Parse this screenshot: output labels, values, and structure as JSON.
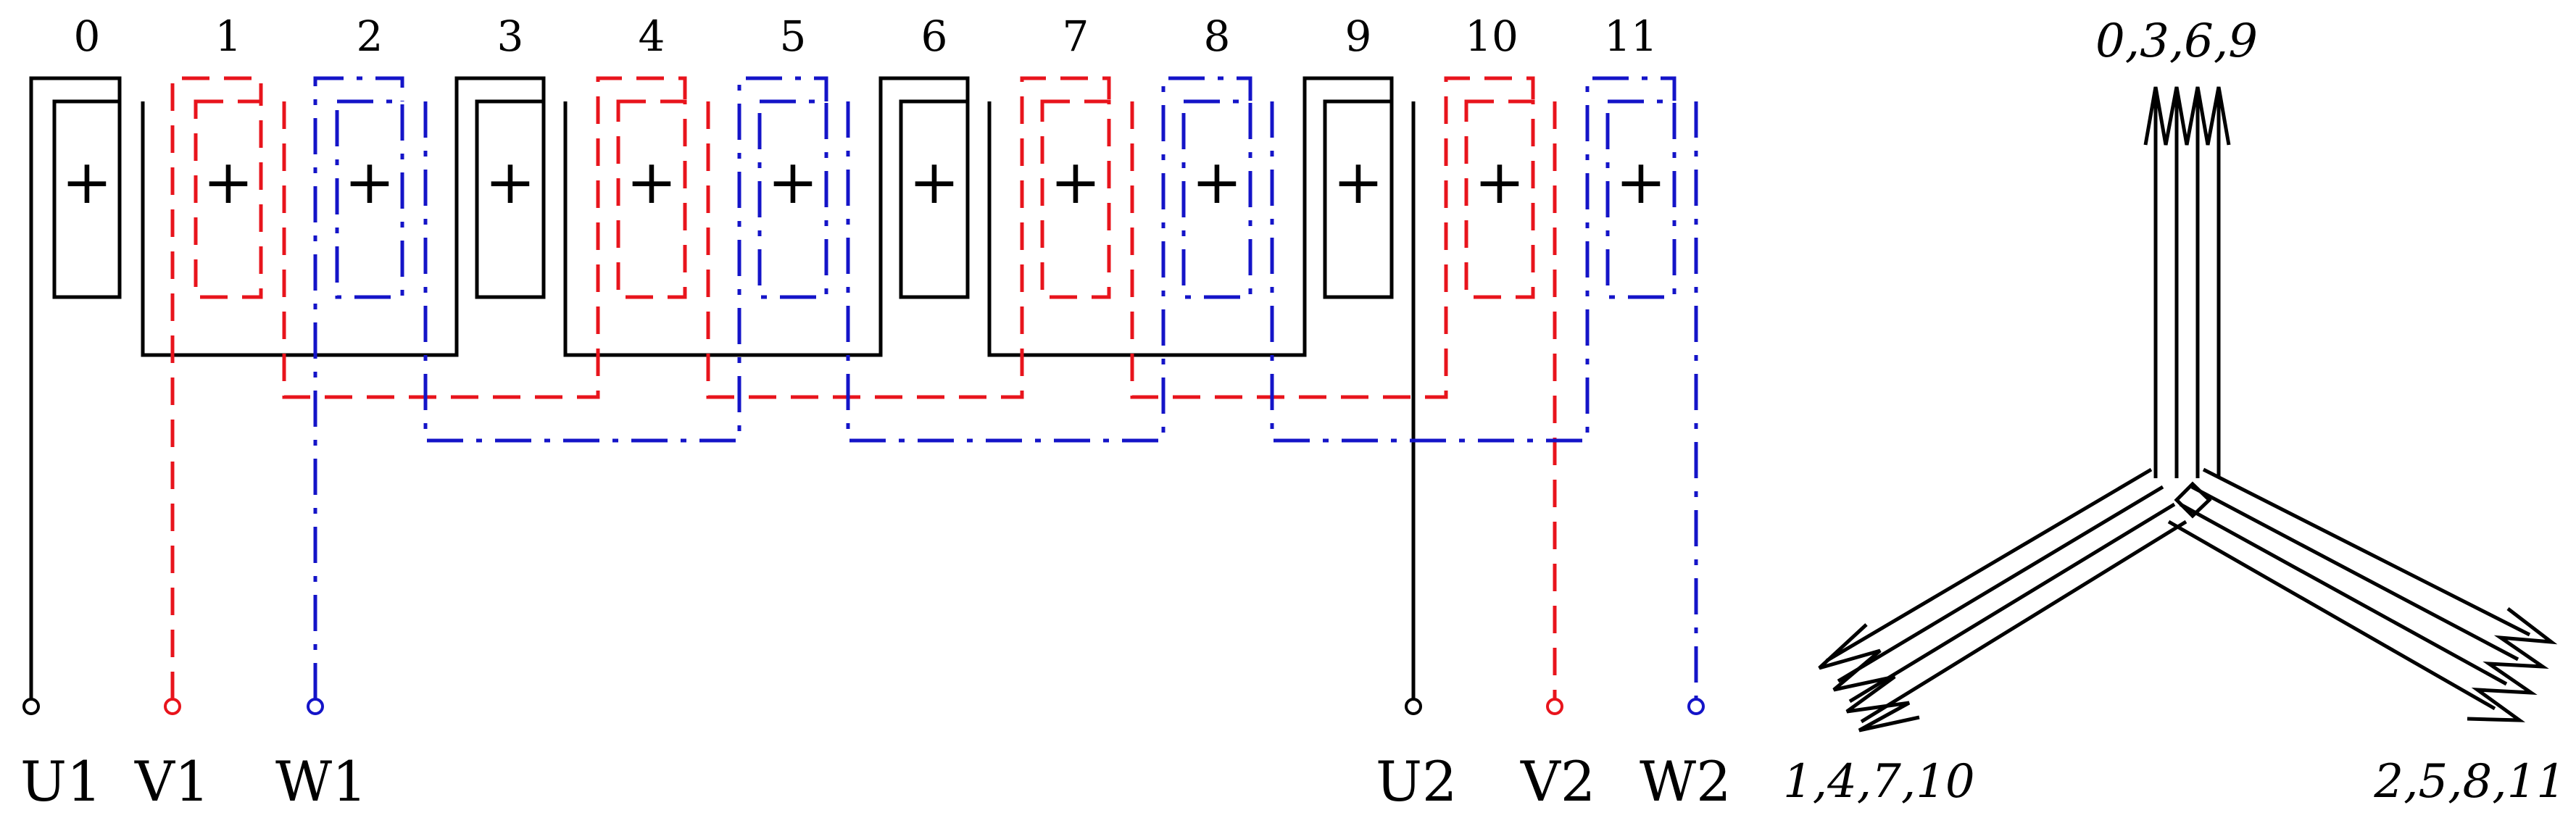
{
  "colors": {
    "U": "#000000",
    "V": "#e8141c",
    "W": "#1414c8"
  },
  "slots": [
    {
      "number": "0",
      "phase": "U",
      "mark": "+"
    },
    {
      "number": "1",
      "phase": "V",
      "mark": "+"
    },
    {
      "number": "2",
      "phase": "W",
      "mark": "+"
    },
    {
      "number": "3",
      "phase": "U",
      "mark": "+"
    },
    {
      "number": "4",
      "phase": "V",
      "mark": "+"
    },
    {
      "number": "5",
      "phase": "W",
      "mark": "+"
    },
    {
      "number": "6",
      "phase": "U",
      "mark": "+"
    },
    {
      "number": "7",
      "phase": "V",
      "mark": "+"
    },
    {
      "number": "8",
      "phase": "W",
      "mark": "+"
    },
    {
      "number": "9",
      "phase": "U",
      "mark": "+"
    },
    {
      "number": "10",
      "phase": "V",
      "mark": "+"
    },
    {
      "number": "11",
      "phase": "W",
      "mark": "+"
    }
  ],
  "terminals": [
    "U1",
    "V1",
    "W1",
    "U2",
    "V2",
    "W2"
  ],
  "star": {
    "up": "0,3,6,9",
    "left": "1,4,7,10",
    "right": "2,5,8,11"
  }
}
